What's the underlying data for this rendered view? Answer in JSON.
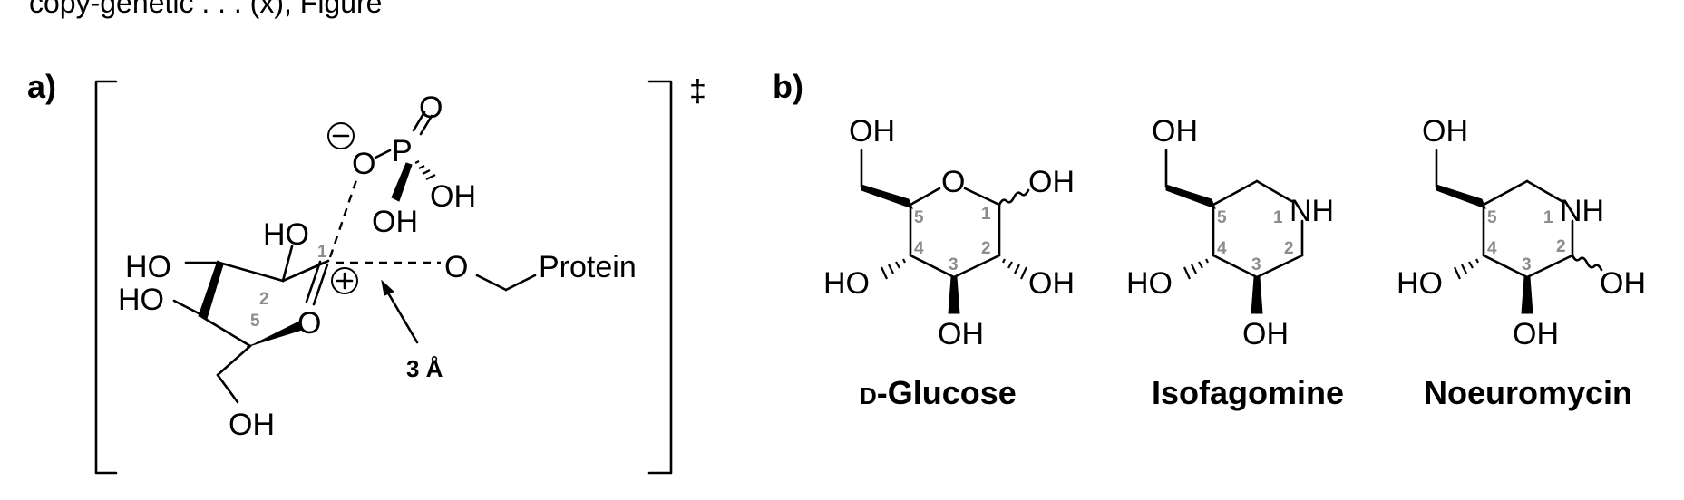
{
  "top_fragment": "copy-genetic . . . (x), Figure",
  "panel_a": {
    "label": "a)",
    "dagger": "‡",
    "atoms": {
      "phosphate_p": "P",
      "phosphate_o_top": "O",
      "phosphate_o_left": "O",
      "phosphate_oh_right": "OH",
      "phosphate_oh_bottom": "OH",
      "ho_c2": "HO",
      "ho_c3": "HO",
      "ho_c4": "HO",
      "ring_o": "O",
      "nucleophile_o": "O",
      "protein": "Protein",
      "ch2oh": "OH"
    },
    "numbers": {
      "c1": "1",
      "c2": "2",
      "c5": "5"
    },
    "distance_label": "3 Å"
  },
  "panel_b": {
    "label": "b)",
    "molecules": [
      {
        "name_prefix": "D",
        "name": "-Glucose",
        "atoms": {
          "oh_top": "OH",
          "ring_o": "O",
          "oh_c1": "OH",
          "oh_c2": "OH",
          "oh_c3": "OH",
          "ho_c4": "HO"
        },
        "numbers": [
          "5",
          "1",
          "4",
          "2",
          "3"
        ]
      },
      {
        "name": "Isofagomine",
        "atoms": {
          "oh_top": "OH",
          "nh": "NH",
          "oh_c3": "OH",
          "ho_c4": "HO"
        },
        "numbers": [
          "5",
          "1",
          "4",
          "2",
          "3"
        ]
      },
      {
        "name": "Noeuromycin",
        "atoms": {
          "oh_top": "OH",
          "nh": "NH",
          "oh_c2": "OH",
          "oh_c3": "OH",
          "ho_c4": "HO"
        },
        "numbers": [
          "5",
          "1",
          "4",
          "2",
          "3"
        ]
      }
    ]
  }
}
